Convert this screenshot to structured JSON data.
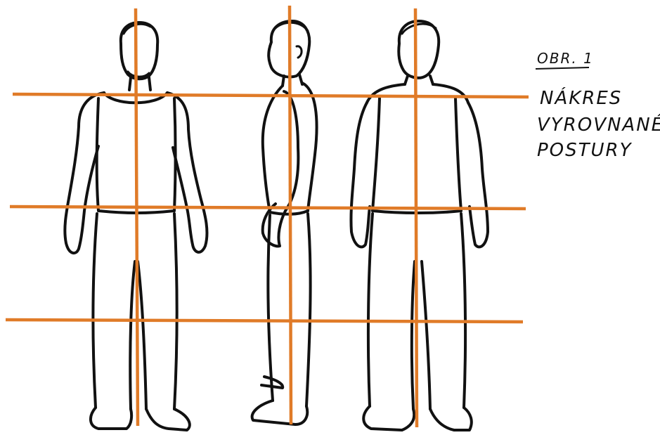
{
  "caption": {
    "figure_ref": "OBR. 1",
    "title_line_1": "NÁKRES",
    "title_line_2": "VYROVNANÉ",
    "title_line_3": "POSTURY"
  },
  "colors": {
    "guide_line": "#e07b28",
    "ink": "#111111",
    "paper": "#ffffff"
  },
  "figures": [
    "front-view",
    "side-view",
    "back-view"
  ]
}
